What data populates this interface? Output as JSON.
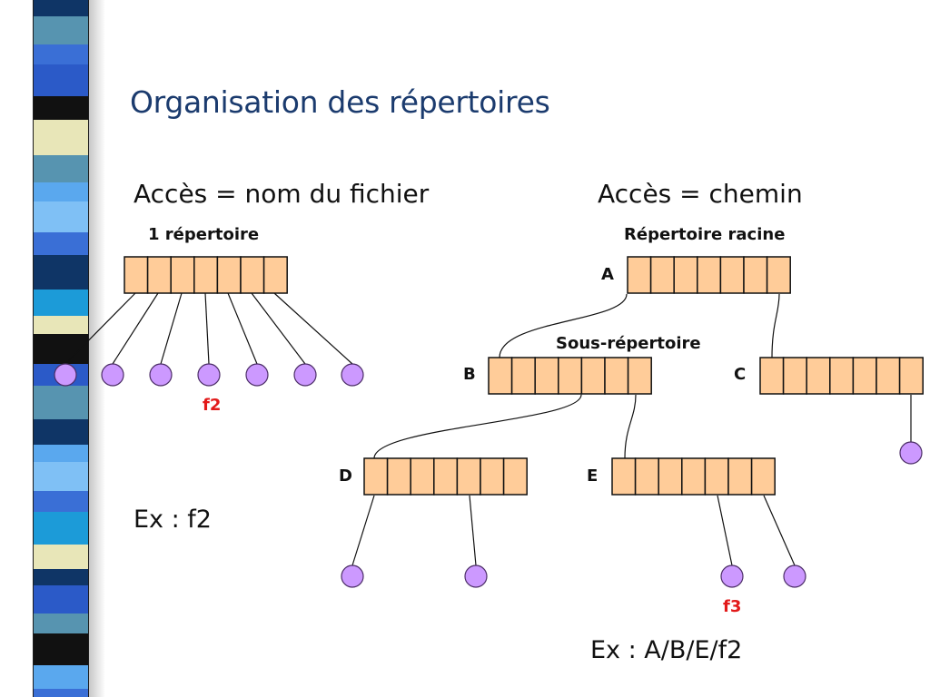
{
  "slide": {
    "title": "Organisation des répertoires"
  },
  "left": {
    "heading": "Accès = nom du fichier",
    "directory_caption": "1 répertoire",
    "file_label": "f2",
    "example": "Ex : f2"
  },
  "right": {
    "heading": "Accès = chemin",
    "root_caption": "Répertoire racine",
    "subdir_caption": "Sous-répertoire",
    "directories": {
      "A": "A",
      "B": "B",
      "C": "C",
      "D": "D",
      "E": "E"
    },
    "file_label": "f3",
    "example": "Ex : A/B/E/f2"
  },
  "colors": {
    "title": "#1b3b6e",
    "directory_fill": "#ffcc99",
    "file_fill": "#cc99ff",
    "highlight_label": "#e21a1a"
  }
}
